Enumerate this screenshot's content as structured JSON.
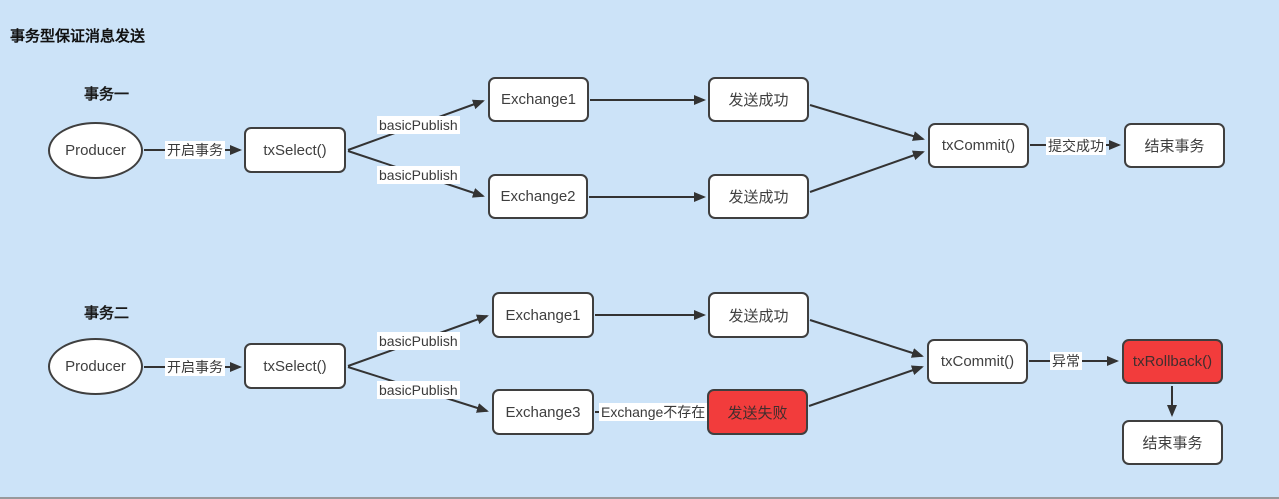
{
  "title": "事务型保证消息发送",
  "colors": {
    "background": "#cce3f8",
    "node_fill": "#ffffff",
    "node_border": "#3f3f3f",
    "node_text": "#3f3f3f",
    "error_fill": "#f23c3c",
    "error_text": "#402e2e",
    "line": "#333333"
  },
  "flow1": {
    "label": "事务一",
    "nodes": {
      "producer": "Producer",
      "txselect": "txSelect()",
      "exchange1": "Exchange1",
      "exchange2": "Exchange2",
      "send_success_top": "发送成功",
      "send_success_bottom": "发送成功",
      "txcommit": "txCommit()",
      "end_tx": "结束事务"
    },
    "edges": {
      "open_tx": "开启事务",
      "basic_publish_top": "basicPublish",
      "basic_publish_bottom": "basicPublish",
      "commit_success": "提交成功"
    }
  },
  "flow2": {
    "label": "事务二",
    "nodes": {
      "producer": "Producer",
      "txselect": "txSelect()",
      "exchange1": "Exchange1",
      "exchange3": "Exchange3",
      "send_success": "发送成功",
      "send_fail": "发送失败",
      "txcommit": "txCommit()",
      "txrollback": "txRollback()",
      "end_tx": "结束事务"
    },
    "edges": {
      "open_tx": "开启事务",
      "basic_publish_top": "basicPublish",
      "basic_publish_bottom": "basicPublish",
      "exchange_missing": "Exchange不存在",
      "exception": "异常"
    }
  }
}
